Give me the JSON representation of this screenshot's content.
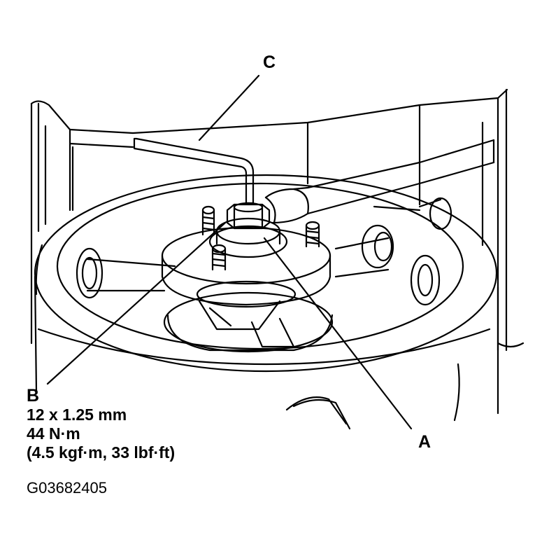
{
  "callouts": {
    "a": {
      "letter": "A"
    },
    "b": {
      "letter": "B",
      "spec_size": "12 x 1.25 mm",
      "spec_torque_nm": "44 N·m",
      "spec_torque_alt": "(4.5 kgf·m, 33 lbf·ft)"
    },
    "c": {
      "letter": "C"
    }
  },
  "figure_id": "G03682405",
  "colors": {
    "ink": "#000000",
    "paper": "#ffffff"
  }
}
